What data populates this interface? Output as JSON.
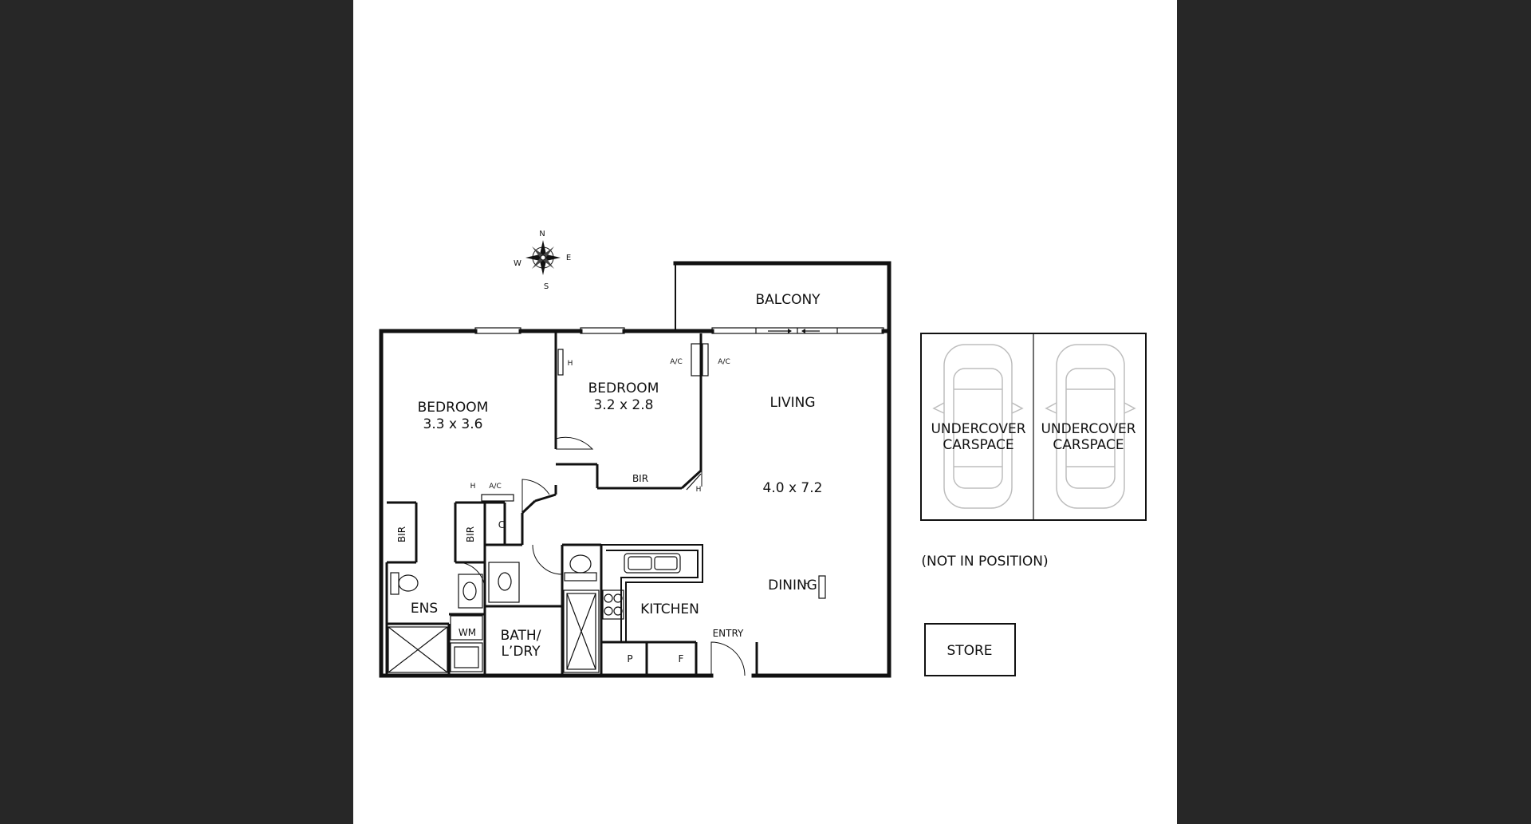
{
  "colors": {
    "viewer_background": "#272727",
    "sheet": "#ffffff",
    "ink": "#111111",
    "car_outline": "#bdbdbd"
  },
  "compass": {
    "n": "N",
    "s": "S",
    "e": "E",
    "w": "W"
  },
  "rooms": {
    "balcony": "BALCONY",
    "bedroom1": {
      "name": "BEDROOM",
      "size": "3.3 x 3.6"
    },
    "bedroom2": {
      "name": "BEDROOM",
      "size": "3.2 x 2.8"
    },
    "living": {
      "name": "LIVING",
      "size": "4.0 x 7.2"
    },
    "dining": "DINING",
    "kitchen": "KITCHEN",
    "ens": "ENS",
    "bath": {
      "line1": "BATH/",
      "line2": "L’DRY"
    },
    "entry": "ENTRY",
    "wm": "WM",
    "pantry": "P",
    "fridge": "F",
    "cupboard": "C",
    "bir": "BIR"
  },
  "fixtures": {
    "heater": "H",
    "ac": "A/C"
  },
  "carspaces": [
    {
      "line1": "UNDERCOVER",
      "line2": "CARSPACE"
    },
    {
      "line1": "UNDERCOVER",
      "line2": "CARSPACE"
    }
  ],
  "note": "(NOT IN POSITION)",
  "store": "STORE"
}
